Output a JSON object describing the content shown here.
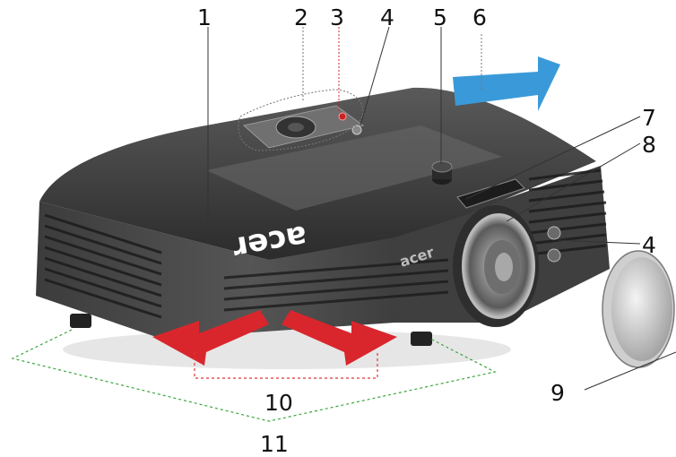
{
  "callouts": {
    "c1": "1",
    "c2": "2",
    "c3": "3",
    "c4a": "4",
    "c5": "5",
    "c6": "6",
    "c7": "7",
    "c8": "8",
    "c4b": "4",
    "c9": "9",
    "c10": "10",
    "c11": "11"
  },
  "brand": {
    "top_logo": "acer",
    "side_logo": "acer"
  },
  "colors": {
    "intake_arrow": "#3a9ad9",
    "exhaust_arrow": "#d9262c",
    "exhaust_guide": "#e0343a",
    "feet_guide": "#3aa63a",
    "lens_guide": "#555555"
  }
}
